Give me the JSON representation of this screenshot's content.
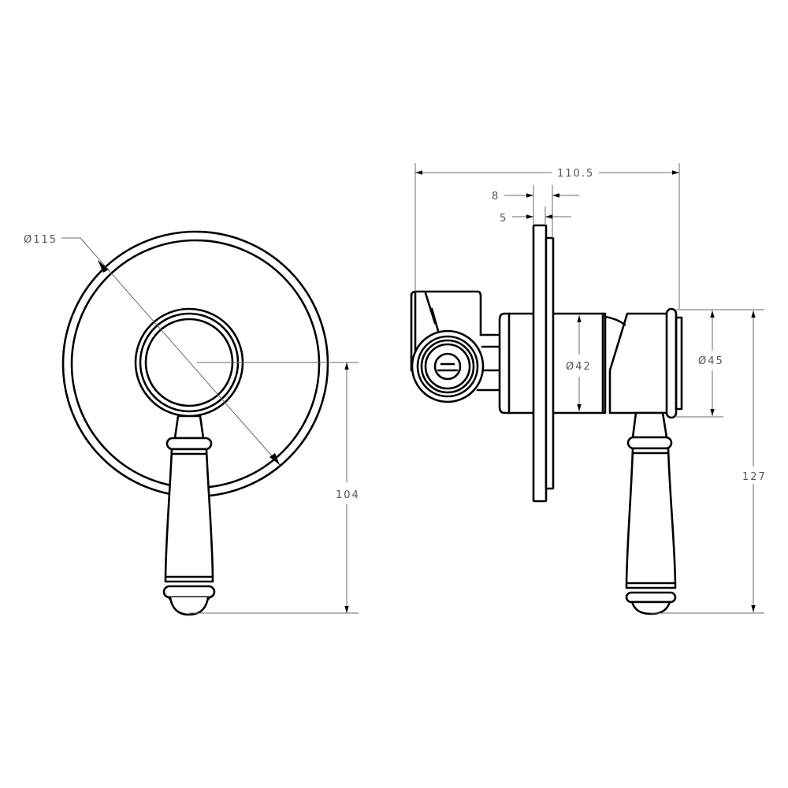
{
  "drawing": {
    "type": "technical-drawing",
    "subject": "wall-mounted lever mixer valve",
    "colors": {
      "line": "#000000",
      "dimension": "#6a6a6a",
      "text": "#555555",
      "background": "#ffffff"
    },
    "views": {
      "front": {
        "label": "front-view",
        "dimensions": {
          "plate_diameter": "Ø115",
          "height": "104"
        }
      },
      "side": {
        "label": "side-view",
        "dimensions": {
          "overall_depth": "110.5",
          "plate_thickness": "8",
          "trim_thickness": "5",
          "body_diameter": "Ø42",
          "handle_hub_diameter": "Ø45",
          "overall_height": "127"
        }
      }
    }
  }
}
